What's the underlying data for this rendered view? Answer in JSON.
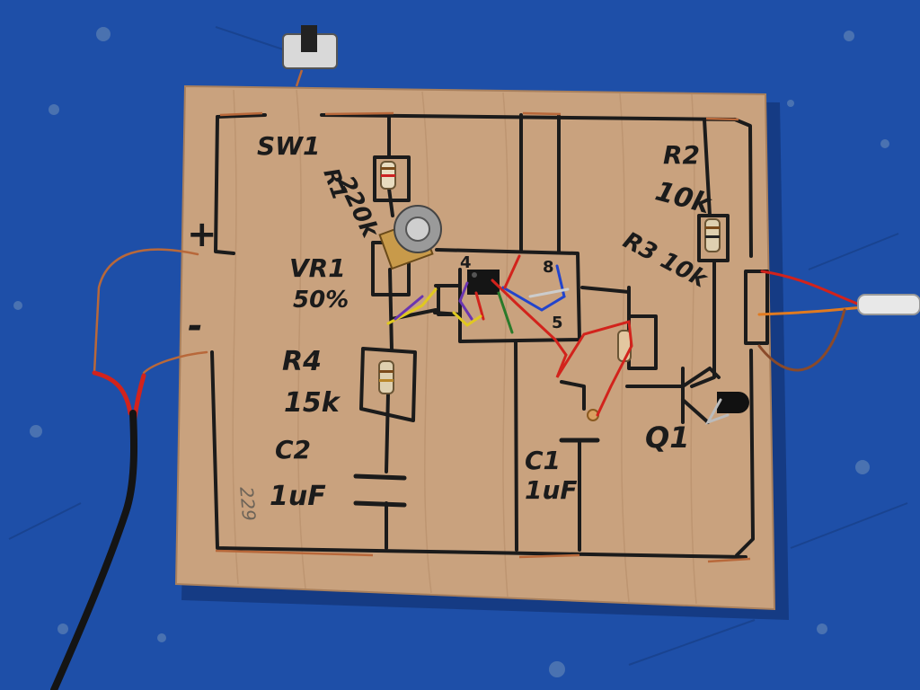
{
  "photo": {
    "colors": {
      "table": "#1e4fa8",
      "board": "#c9a27e",
      "ink": "#1b1b1b",
      "copper": "#b8683a",
      "red_wire": "#d2231c",
      "black_cable": "#141414"
    },
    "labels": {
      "sw1": "SW1",
      "r1_name": "R1",
      "r1_value": "220k",
      "r2_name": "R2",
      "r2_value": "10k",
      "r3": "R3 10k",
      "vr1_name": "VR1",
      "vr1_value": "50%",
      "r4_name": "R4",
      "r4_value": "15k",
      "c2_name": "C2",
      "c2_value": "1uF",
      "c1_name": "C1",
      "c1_value": "1uF",
      "q1": "Q1",
      "plus": "+",
      "minus": "-",
      "pencil_note": "229",
      "ic_pin_top": "4",
      "ic_pin_mid": "8",
      "ic_pin_bottom": "5"
    }
  }
}
